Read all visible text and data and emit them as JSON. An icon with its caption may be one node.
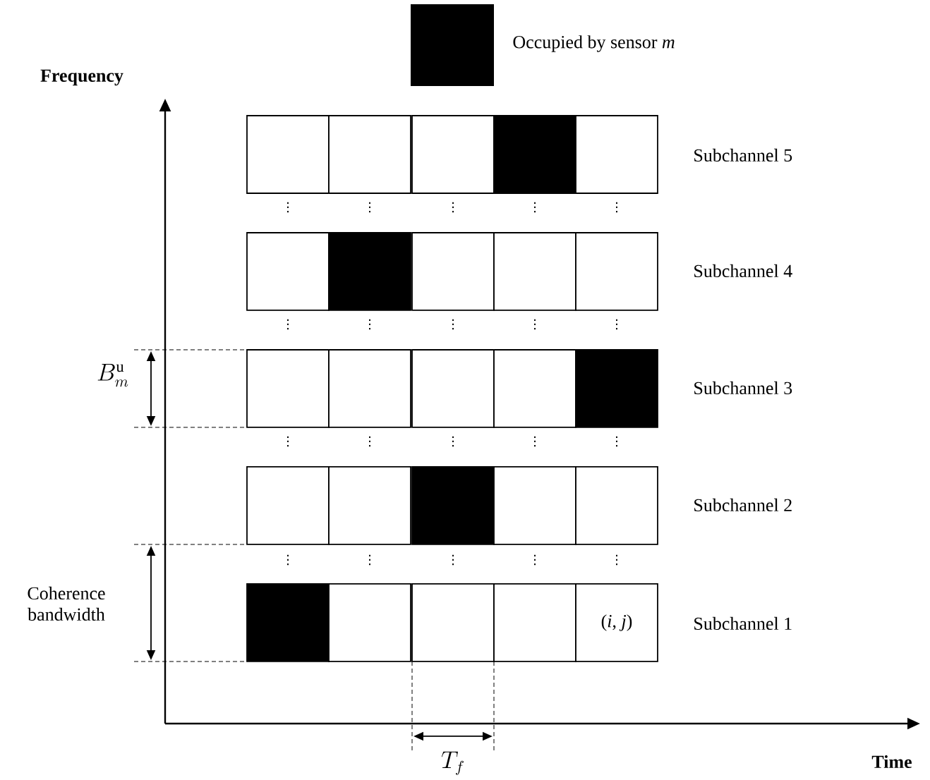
{
  "diagram": {
    "nodes": [
      {
        "text": [],
        "shape": "box"
      },
      {
        "text": [],
        "shape": "box"
      },
      {
        "text": [],
        "shape": "box"
      },
      {
        "text": [],
        "shape": "block"
      },
      {
        "text": [],
        "shape": "box"
      },
      {
        "text": [],
        "shape": "box"
      },
      {
        "text": [],
        "shape": "block"
      },
      {
        "text": [],
        "shape": "box"
      },
      {
        "text": [],
        "shape": "box"
      },
      {
        "text": [],
        "shape": "box"
      },
      {
        "text": [],
        "shape": "box"
      },
      {
        "text": [],
        "shape": "box"
      },
      {
        "text": [],
        "shape": "box"
      },
      {
        "text": [],
        "shape": "box"
      },
      {
        "text": [],
        "shape": "block"
      },
      {
        "text": [],
        "shape": "box"
      },
      {
        "text": [],
        "shape": "box"
      },
      {
        "text": [],
        "shape": "block"
      },
      {
        "text": [],
        "shape": "box"
      },
      {
        "text": [],
        "shape": "box"
      },
      {
        "text": [],
        "shape": "block"
      },
      {
        "text": [],
        "shape": "box"
      },
      {
        "text": [],
        "shape": "box"
      },
      {
        "text": [],
        "shape": "box"
      },
      {
        "text": [
          "(*i*, *j*)"
        ]
      }
    ],
    "labels": [
      "Frequency",
      "Subchannel 5",
      "⋮",
      "⋮",
      "⋮",
      "⋮",
      "⋮",
      "Subchannel 4",
      "⋮",
      "⋮",
      "⋮",
      "⋮",
      "⋮",
      "B_m^{\\mathrm{u}}",
      "Subchannel 3",
      "⋮",
      "⋮",
      "⋮",
      "⋮",
      "⋮",
      "Subchannel 2",
      "⋮",
      "⋮",
      "⋮",
      "⋮",
      "⋮",
      "Coherence bandwidth",
      "Subchannel 1",
      "T_f",
      "Time"
    ],
    "legend": [
      {
        "text": "Occupied by sensor *m*",
        "color": "#000000"
      }
    ]
  }
}
